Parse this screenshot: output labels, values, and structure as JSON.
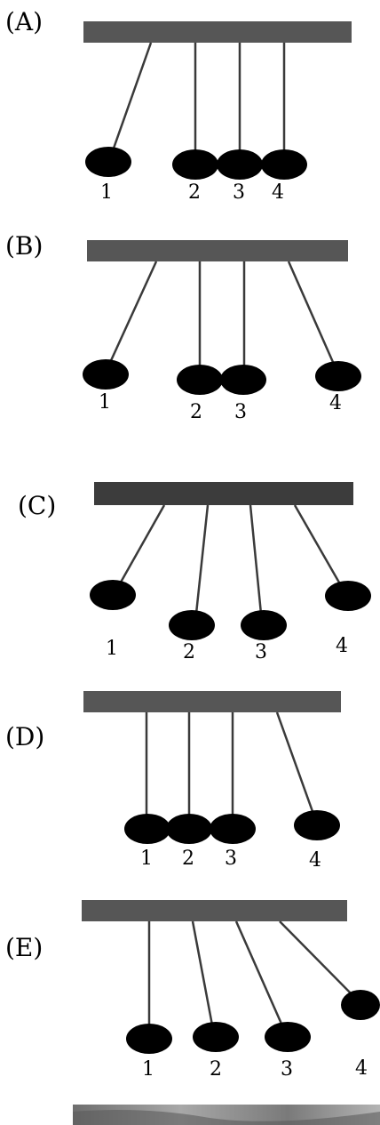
{
  "colors": {
    "bar": "#565656",
    "bar_dark": "#3c3c3c",
    "string": "#3a3a3a",
    "ball": "#000000",
    "background": "#ffffff",
    "bottom_image": "#8c8c8c"
  },
  "panels": [
    {
      "label": "(A)",
      "balls": [
        {
          "label": "1"
        },
        {
          "label": "2"
        },
        {
          "label": "3"
        },
        {
          "label": "4"
        }
      ]
    },
    {
      "label": "(B)",
      "balls": [
        {
          "label": "1"
        },
        {
          "label": "2"
        },
        {
          "label": "3"
        },
        {
          "label": "4"
        }
      ]
    },
    {
      "label": "(C)",
      "balls": [
        {
          "label": "1"
        },
        {
          "label": "2"
        },
        {
          "label": "3"
        },
        {
          "label": "4"
        }
      ]
    },
    {
      "label": "(D)",
      "balls": [
        {
          "label": "1"
        },
        {
          "label": "2"
        },
        {
          "label": "3"
        },
        {
          "label": "4"
        }
      ]
    },
    {
      "label": "(E)",
      "balls": [
        {
          "label": "1"
        },
        {
          "label": "2"
        },
        {
          "label": "3"
        },
        {
          "label": "4"
        }
      ]
    }
  ]
}
